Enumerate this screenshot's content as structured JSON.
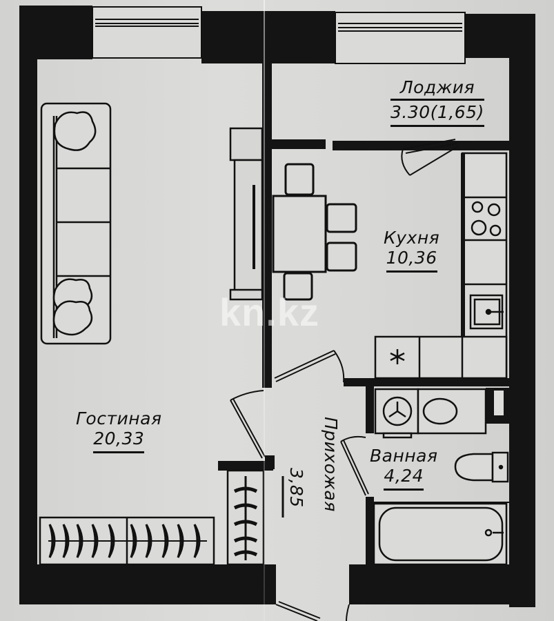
{
  "plan": {
    "type": "apartment-floor-plan",
    "rooms": [
      {
        "id": "loggia",
        "name": "Лоджия",
        "area": "3.30(1,65)"
      },
      {
        "id": "kitchen",
        "name": "Кухня",
        "area": "10,36"
      },
      {
        "id": "living",
        "name": "Гостиная",
        "area": "20,33"
      },
      {
        "id": "hallway",
        "name": "Прихожая",
        "area": "3,85"
      },
      {
        "id": "bathroom",
        "name": "Ванная",
        "area": "4,24"
      }
    ],
    "watermark": "kn.kz",
    "colors": {
      "wall": "#141414",
      "paper": "#d8d8d6",
      "line": "#1a1a1a"
    },
    "furniture": [
      "sofa",
      "tv-stand",
      "dining-table",
      "dining-chairs",
      "kitchen-counter",
      "stove",
      "kitchen-sink",
      "fridge",
      "washing-machine",
      "bath-sink",
      "toilet",
      "bathtub",
      "wardrobe",
      "coat-rack"
    ]
  }
}
